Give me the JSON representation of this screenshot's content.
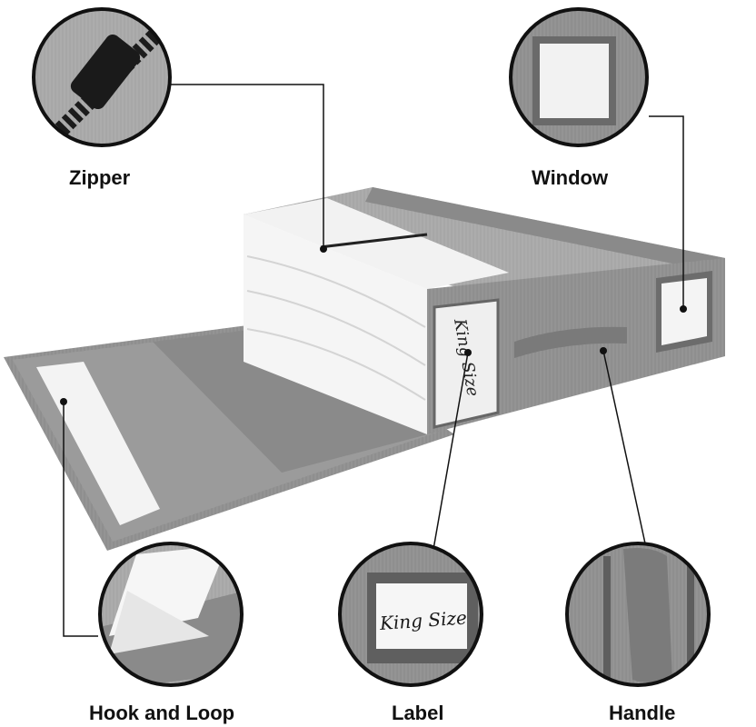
{
  "callouts": {
    "zipper": "Zipper",
    "window": "Window",
    "hook_and_loop": "Hook and Loop",
    "label": "Label",
    "handle": "Handle"
  },
  "label_card_text": "King Size",
  "colors": {
    "fabric": "#8e8e8e",
    "fabric_dark": "#6f6f6f",
    "fabric_light": "#a9a9a9",
    "sheet_white": "#f4f4f4",
    "leader_line": "#111111"
  }
}
